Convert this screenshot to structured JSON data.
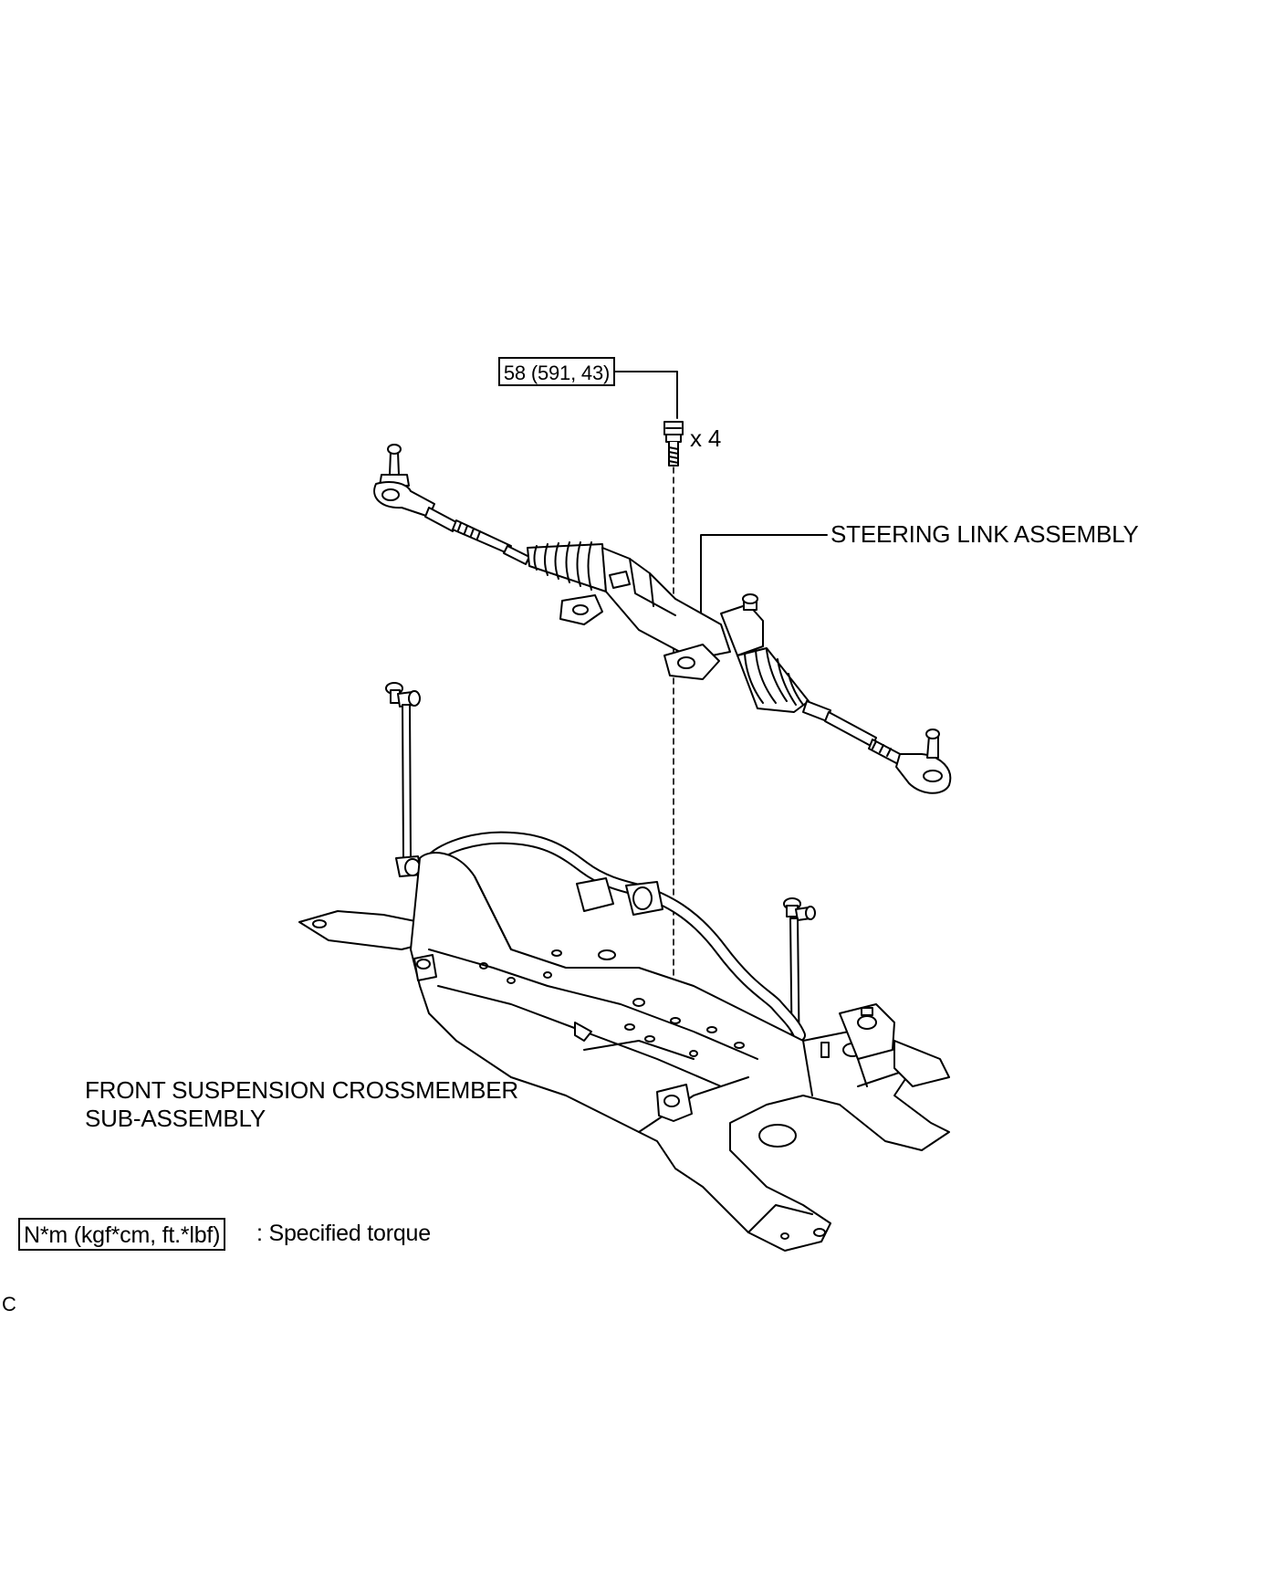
{
  "callouts": {
    "bolt_torque": "58 (591, 43)",
    "bolt_quantity": "x 4",
    "steering": "STEERING LINK ASSEMBLY",
    "crossmember_line1": "FRONT SUSPENSION CROSSMEMBER",
    "crossmember_line2": "SUB-ASSEMBLY"
  },
  "legend": {
    "box_text": "N*m (kgf*cm, ft.*lbf)",
    "description": ": Specified torque"
  },
  "corner_mark": "C"
}
